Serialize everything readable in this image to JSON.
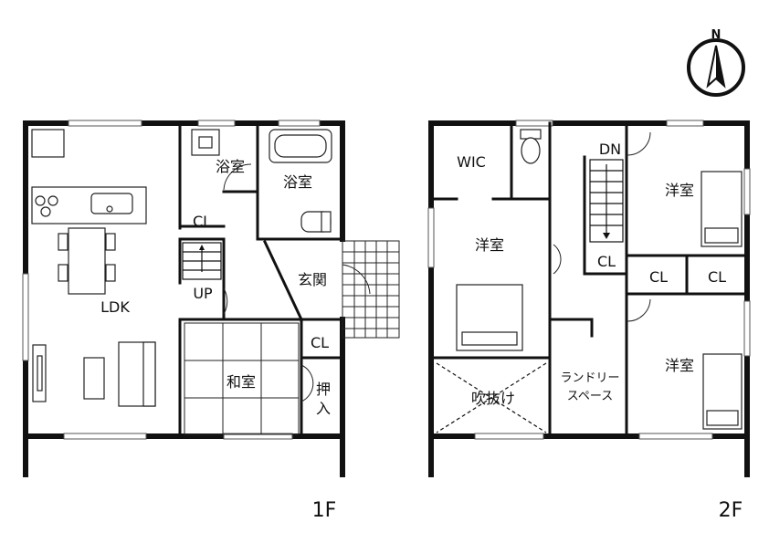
{
  "compass": {
    "north_letter": "N"
  },
  "floor1": {
    "title": "1F",
    "rooms": {
      "ldk": "LDK",
      "bath1": "浴室",
      "bath2": "浴室",
      "closet1": "CL",
      "up": "UP",
      "entrance": "玄関",
      "closet2": "CL",
      "japanese_room": "和室",
      "oshiire_1": "押",
      "oshiire_2": "入"
    }
  },
  "floor2": {
    "title": "2F",
    "rooms": {
      "wic": "WIC",
      "dn": "DN",
      "western_room_ne": "洋室",
      "western_room_center": "洋室",
      "closet_a": "CL",
      "closet_b": "CL",
      "closet_c": "CL",
      "western_room_se": "洋室",
      "fukinuke": "吹抜け",
      "laundry_1": "ランドリー",
      "laundry_2": "スペース"
    }
  }
}
